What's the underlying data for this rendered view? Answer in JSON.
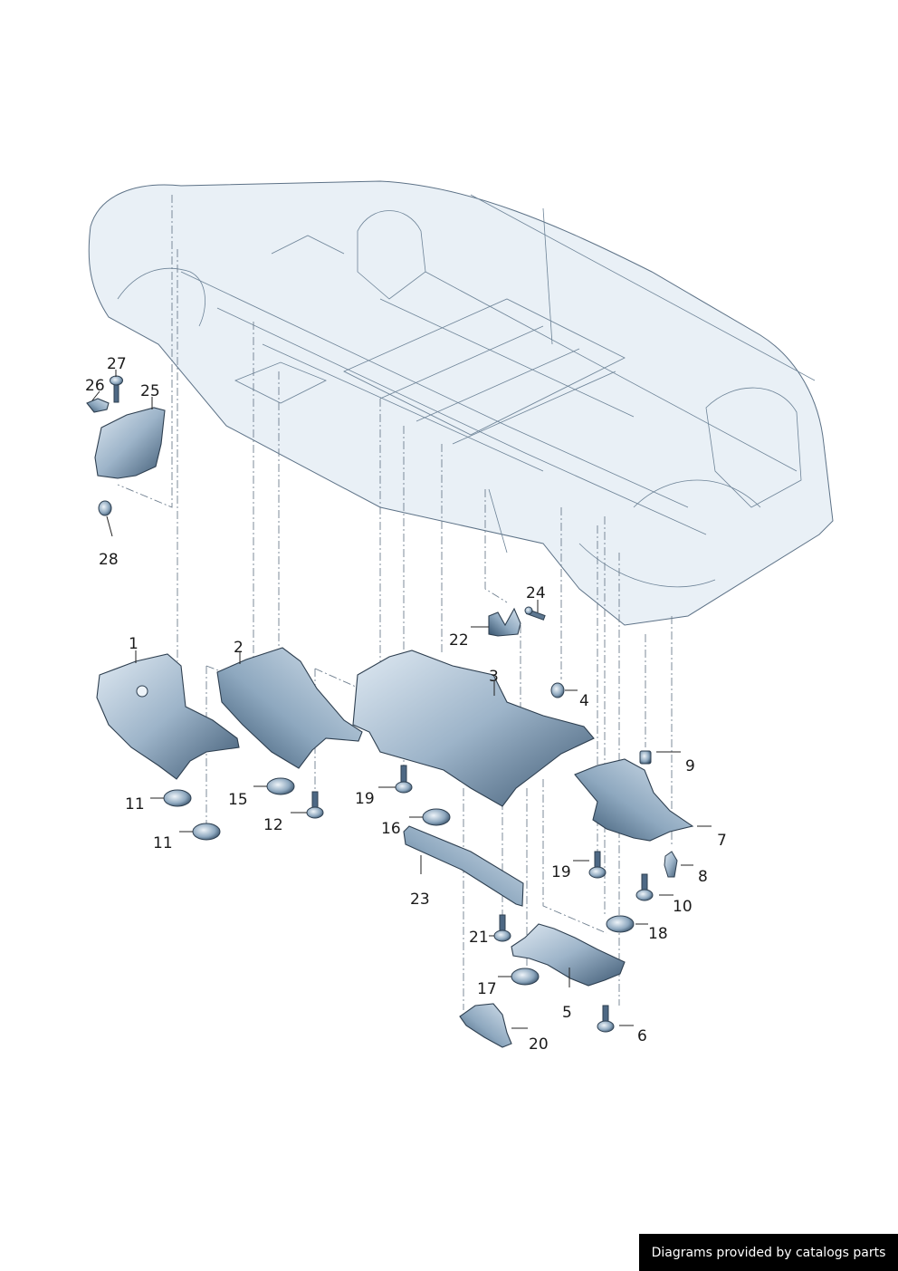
{
  "footer": {
    "text": "Diagrams provided by catalogs parts"
  },
  "callouts": {
    "c1": "1",
    "c2": "2",
    "c3": "3",
    "c4": "4",
    "c5": "5",
    "c6": "6",
    "c7": "7",
    "c8": "8",
    "c9": "9",
    "c10": "10",
    "c11a": "11",
    "c11b": "11",
    "c12": "12",
    "c15": "15",
    "c16": "16",
    "c17": "17",
    "c18": "18",
    "c19a": "19",
    "c19b": "19",
    "c20": "20",
    "c21": "21",
    "c22": "22",
    "c23": "23",
    "c24": "24",
    "c25": "25",
    "c26": "26",
    "c27": "27",
    "c28": "28"
  },
  "colors": {
    "part_light": "#c9d9e7",
    "part_mid": "#8fa9c1",
    "part_dark": "#3f5a74",
    "car_body": "#e9f0f6"
  }
}
